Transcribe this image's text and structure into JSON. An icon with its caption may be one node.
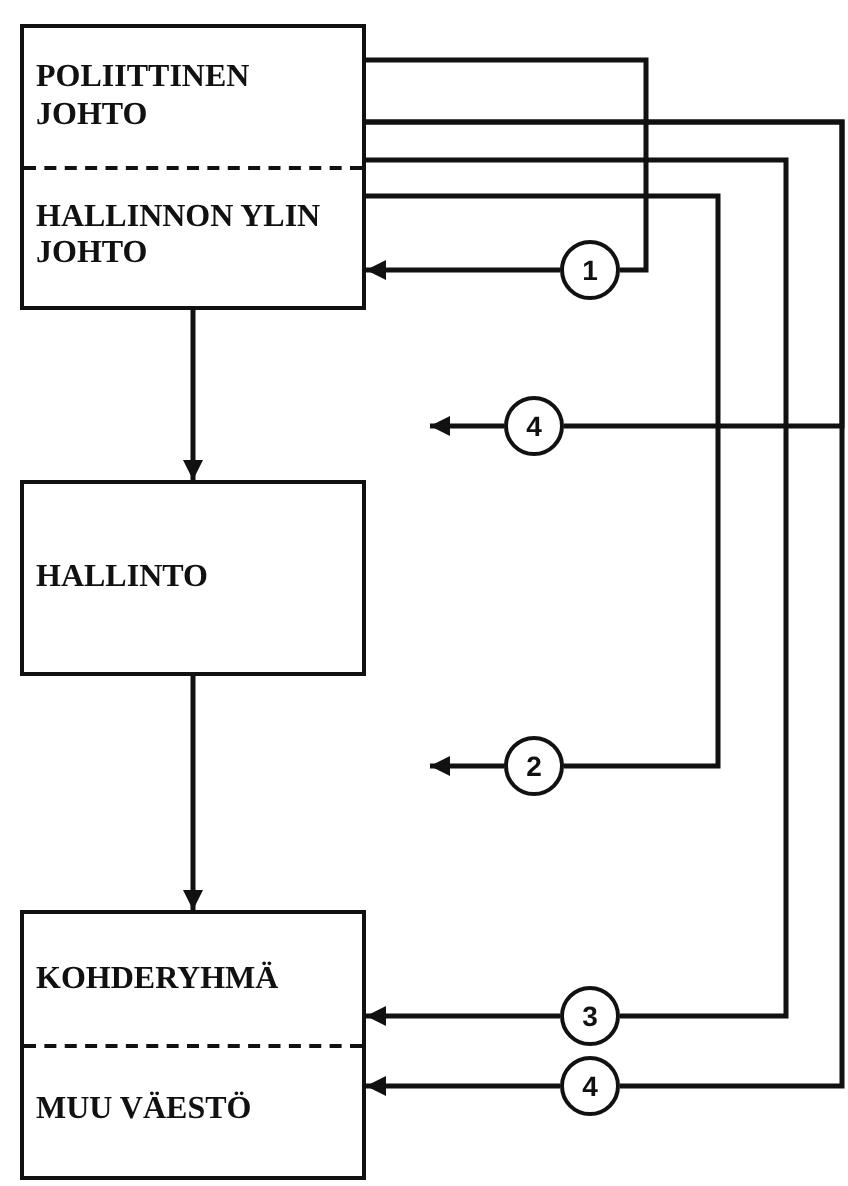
{
  "diagram": {
    "nodes": [
      {
        "text": [
          "POLIITTINEN JOHTO",
          "HALLINNON YLIN JOHTO"
        ]
      },
      {
        "text": [
          "HALLINTO"
        ]
      },
      {
        "text": [
          "KOHDERYHMÄ",
          "MUU VÄESTÖ"
        ]
      },
      {
        "text": [
          "1"
        ]
      },
      {
        "text": [
          "4"
        ]
      },
      {
        "text": [
          "2"
        ]
      },
      {
        "text": [
          "3"
        ]
      },
      {
        "text": [
          "4"
        ]
      }
    ],
    "edges": [
      {
        "from": 0,
        "to": 1,
        "arrow": "to"
      },
      {
        "from": 1,
        "to": 2,
        "arrow": "to"
      },
      {
        "from": 0,
        "to": 3,
        "arrow": "none"
      },
      {
        "from": 3,
        "to": 0,
        "arrow": "to"
      },
      {
        "from": 0,
        "to": 4,
        "arrow": "none"
      },
      {
        "from": 4,
        "to": null,
        "arrow": "to"
      },
      {
        "from": 0,
        "to": 7,
        "arrow": "none"
      },
      {
        "from": 7,
        "to": 2,
        "arrow": "to"
      },
      {
        "from": 0,
        "to": 6,
        "arrow": "none"
      },
      {
        "from": 6,
        "to": 2,
        "arrow": "to"
      },
      {
        "from": 0,
        "to": 5,
        "arrow": "none"
      },
      {
        "from": 5,
        "to": null,
        "arrow": "to"
      }
    ]
  }
}
